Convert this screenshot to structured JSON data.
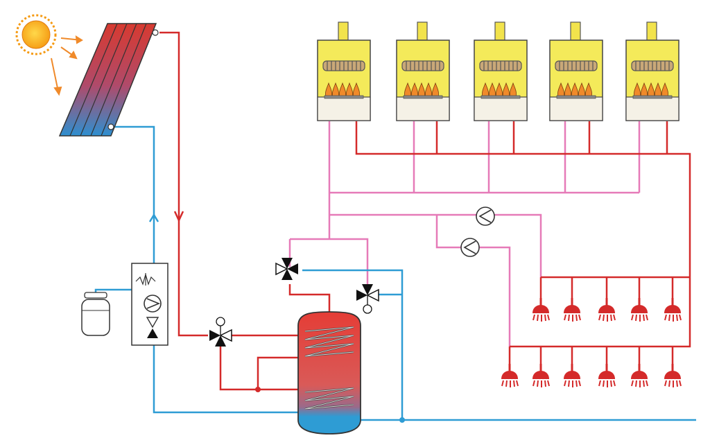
{
  "diagram": {
    "type": "solar-assisted multi-boiler hot water system schematic",
    "colors": {
      "hot": "#d42a2a",
      "cold": "#2e9cd4",
      "mixed": "#e67ab8",
      "boiler_body": "#f4ea5a",
      "boiler_outline": "#444444",
      "sun": "#f7a81b",
      "tank_hot": "#e8413a",
      "tank_cold": "#2e9cd4"
    },
    "components": {
      "sun": {
        "icon": "sun-icon"
      },
      "solar_collector": {
        "icon": "solar-panel-icon"
      },
      "boilers": [
        {
          "icon": "boiler-icon"
        },
        {
          "icon": "boiler-icon"
        },
        {
          "icon": "boiler-icon"
        },
        {
          "icon": "boiler-icon"
        },
        {
          "icon": "boiler-icon"
        }
      ],
      "storage_tank": {
        "icon": "storage-tank-icon"
      },
      "expansion_vessel": {
        "icon": "expansion-vessel-icon"
      },
      "pump_station": {
        "icon": "pump-station-icon"
      },
      "circulation_pumps": [
        {
          "icon": "circulator-pump-icon"
        },
        {
          "icon": "circulator-pump-icon"
        }
      ],
      "mixing_valves": [
        {
          "icon": "three-way-valve-icon"
        },
        {
          "icon": "three-way-valve-icon"
        },
        {
          "icon": "three-way-valve-icon"
        }
      ],
      "shower_heads_upper_row": 5,
      "shower_heads_lower_row": 6
    }
  }
}
